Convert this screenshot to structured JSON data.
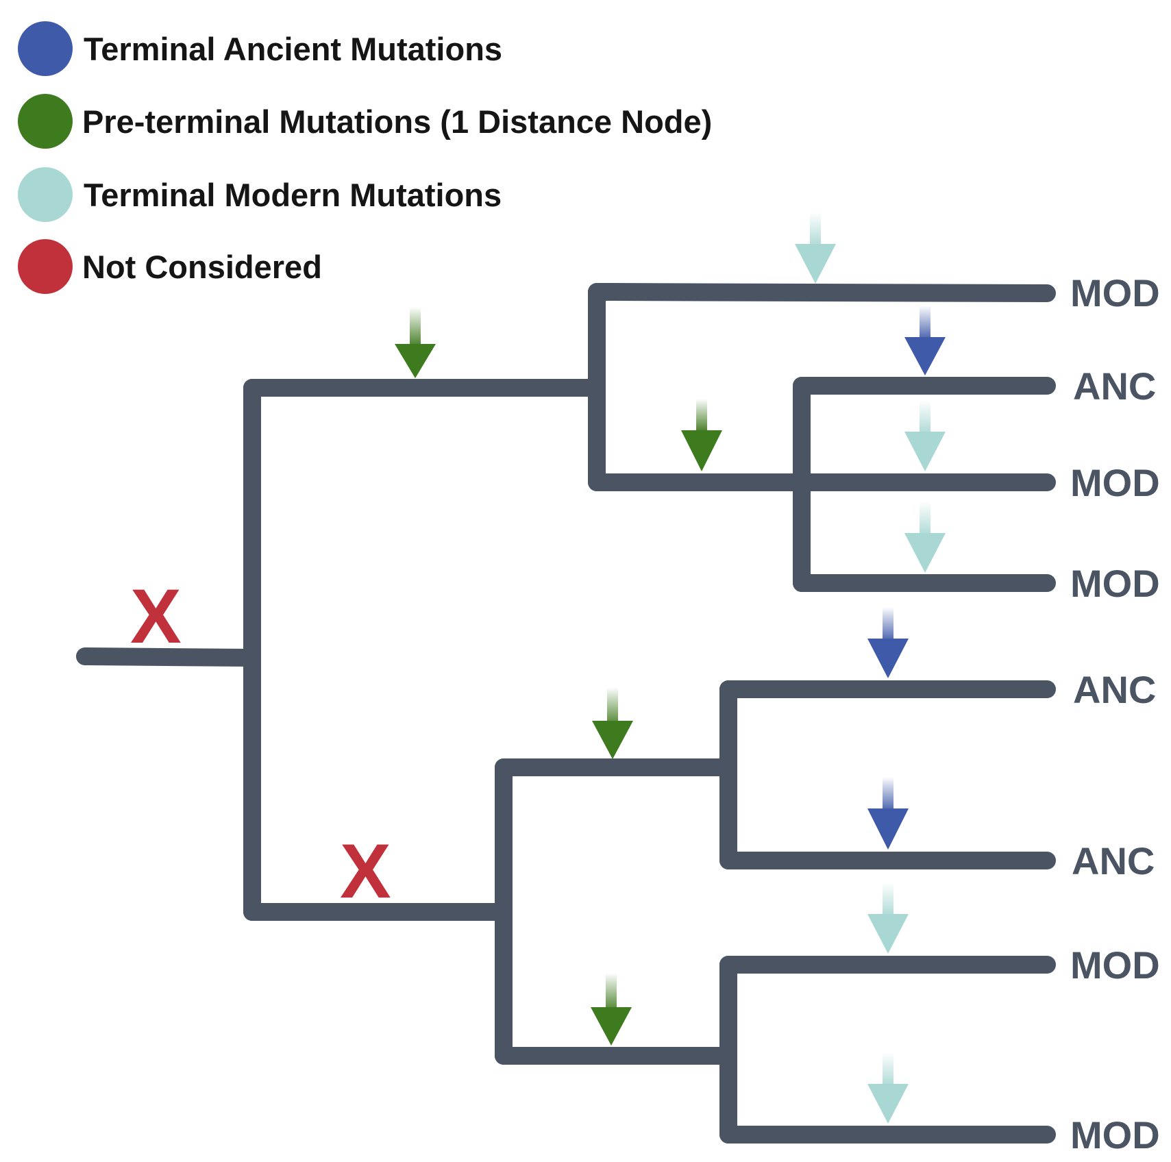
{
  "legend": {
    "items": [
      {
        "label": "Terminal Ancient Mutations",
        "color": "#3f5aa8",
        "category": "ancient"
      },
      {
        "label": "Pre-terminal Mutations (1 Distance Node)",
        "color": "#3e7a1e",
        "category": "preterminal"
      },
      {
        "label": "Terminal Modern Mutations",
        "color": "#a9d8d4",
        "category": "modern"
      },
      {
        "label": "Not Considered",
        "color": "#c0313b",
        "category": "not-considered"
      }
    ]
  },
  "tree": {
    "branch_color": "#4a5462",
    "tips": [
      "MOD",
      "ANC",
      "MOD",
      "MOD",
      "ANC",
      "ANC",
      "MOD",
      "MOD"
    ],
    "tip_label_color": "#4a5462",
    "not_considered_mark": "X",
    "not_considered_branches": [
      "root",
      "lower-clade-stem"
    ],
    "preterminal_branches": [
      "upper-clade-stem",
      "inner-clade-stem",
      "lower-a-stem",
      "lower-b-stem"
    ],
    "terminal_arrows": [
      "modern",
      "ancient",
      "modern",
      "modern",
      "ancient",
      "ancient",
      "modern",
      "modern"
    ]
  }
}
